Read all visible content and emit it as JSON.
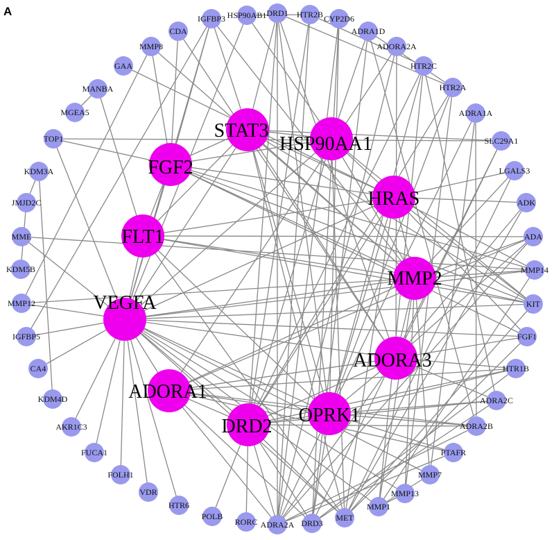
{
  "panel_letter": "A",
  "colors": {
    "hub": "#ee00ee",
    "leaf": "#9999ee",
    "edge": "#888888"
  },
  "hubs": [
    {
      "id": "STAT3",
      "label": "STAT3"
    },
    {
      "id": "HSP90AA1",
      "label": "HSP90AA1"
    },
    {
      "id": "FGF2",
      "label": "FGF2"
    },
    {
      "id": "HRAS",
      "label": "HRAS"
    },
    {
      "id": "FLT1",
      "label": "FLT1"
    },
    {
      "id": "MMP2",
      "label": "MMP2"
    },
    {
      "id": "VEGFA",
      "label": "VEGFA"
    },
    {
      "id": "ADORA3",
      "label": "ADORA3"
    },
    {
      "id": "ADORA1",
      "label": "ADORA1"
    },
    {
      "id": "DRD2",
      "label": "DRD2"
    },
    {
      "id": "OPRK1",
      "label": "OPRK1"
    }
  ],
  "leaves": [
    {
      "id": "HSP90AB1",
      "label": "HSP90AB1"
    },
    {
      "id": "DRD1",
      "label": "DRD1"
    },
    {
      "id": "HTR2B",
      "label": "HTR2B"
    },
    {
      "id": "CYP2D6",
      "label": "CYP2D6"
    },
    {
      "id": "ADRA1D",
      "label": "ADRA1D"
    },
    {
      "id": "ADORA2A",
      "label": "ADORA2A"
    },
    {
      "id": "HTR2C",
      "label": "HTR2C"
    },
    {
      "id": "HTR2A",
      "label": "HTR2A"
    },
    {
      "id": "ADRA1A",
      "label": "ADRA1A"
    },
    {
      "id": "SLC29A1",
      "label": "SLC29A1"
    },
    {
      "id": "LGALS3",
      "label": "LGALS3"
    },
    {
      "id": "ADK",
      "label": "ADK"
    },
    {
      "id": "ADA",
      "label": "ADA"
    },
    {
      "id": "MMP14",
      "label": "MMP14"
    },
    {
      "id": "KIT",
      "label": "KIT"
    },
    {
      "id": "FGF1",
      "label": "FGF1"
    },
    {
      "id": "HTR1B",
      "label": "HTR1B"
    },
    {
      "id": "ADRA2C",
      "label": "ADRA2C"
    },
    {
      "id": "ADRA2B",
      "label": "ADRA2B"
    },
    {
      "id": "PTAFR",
      "label": "PTAFR"
    },
    {
      "id": "MMP7",
      "label": "MMP7"
    },
    {
      "id": "MMP13",
      "label": "MMP13"
    },
    {
      "id": "MMP1",
      "label": "MMP1"
    },
    {
      "id": "MET",
      "label": "MET"
    },
    {
      "id": "DRD3",
      "label": "DRD3"
    },
    {
      "id": "ADRA2A",
      "label": "ADRA2A"
    },
    {
      "id": "RORC",
      "label": "RORC"
    },
    {
      "id": "POLB",
      "label": "POLB"
    },
    {
      "id": "HTR6",
      "label": "HTR6"
    },
    {
      "id": "VDR",
      "label": "VDR"
    },
    {
      "id": "FOLH1",
      "label": "FOLH1"
    },
    {
      "id": "FUCA1",
      "label": "FUCA1"
    },
    {
      "id": "AKR1C3",
      "label": "AKR1C3"
    },
    {
      "id": "KDM4D",
      "label": "KDM4D"
    },
    {
      "id": "CA4",
      "label": "CA4"
    },
    {
      "id": "IGFBP5",
      "label": "IGFBP5"
    },
    {
      "id": "MMP12",
      "label": "MMP12"
    },
    {
      "id": "KDM5B",
      "label": "KDM5B"
    },
    {
      "id": "MME",
      "label": "MME"
    },
    {
      "id": "JMJD2C",
      "label": "JMJD2C"
    },
    {
      "id": "KDM3A",
      "label": "KDM3A"
    },
    {
      "id": "TOP1",
      "label": "TOP1"
    },
    {
      "id": "MGEA5",
      "label": "MGEA5"
    },
    {
      "id": "MANBA",
      "label": "MANBA"
    },
    {
      "id": "GAA",
      "label": "GAA"
    },
    {
      "id": "MMP8",
      "label": "MMP8"
    },
    {
      "id": "CDA",
      "label": "CDA"
    },
    {
      "id": "IGFBP3",
      "label": "IGFBP3"
    }
  ],
  "edges": [
    [
      "VEGFA",
      "FLT1"
    ],
    [
      "VEGFA",
      "FGF2"
    ],
    [
      "VEGFA",
      "STAT3"
    ],
    [
      "VEGFA",
      "HSP90AA1"
    ],
    [
      "VEGFA",
      "HRAS"
    ],
    [
      "VEGFA",
      "MMP2"
    ],
    [
      "VEGFA",
      "ADORA3"
    ],
    [
      "VEGFA",
      "OPRK1"
    ],
    [
      "VEGFA",
      "DRD2"
    ],
    [
      "VEGFA",
      "ADORA1"
    ],
    [
      "VEGFA",
      "KIT"
    ],
    [
      "VEGFA",
      "FGF1"
    ],
    [
      "VEGFA",
      "MMP14"
    ],
    [
      "VEGFA",
      "MME"
    ],
    [
      "VEGFA",
      "MMP12"
    ],
    [
      "VEGFA",
      "IGFBP5"
    ],
    [
      "VEGFA",
      "CA4"
    ],
    [
      "VEGFA",
      "AKR1C3"
    ],
    [
      "VEGFA",
      "FUCA1"
    ],
    [
      "VEGFA",
      "FOLH1"
    ],
    [
      "VEGFA",
      "VDR"
    ],
    [
      "VEGFA",
      "HTR6"
    ],
    [
      "VEGFA",
      "TOP1"
    ],
    [
      "VEGFA",
      "IGFBP3"
    ],
    [
      "VEGFA",
      "MMP1"
    ],
    [
      "VEGFA",
      "MMP7"
    ],
    [
      "VEGFA",
      "MMP13"
    ],
    [
      "VEGFA",
      "MET"
    ],
    [
      "VEGFA",
      "HSP90AB1"
    ],
    [
      "FLT1",
      "FGF2"
    ],
    [
      "FLT1",
      "STAT3"
    ],
    [
      "FLT1",
      "HRAS"
    ],
    [
      "FLT1",
      "MMP2"
    ],
    [
      "FLT1",
      "ADA"
    ],
    [
      "FLT1",
      "KIT"
    ],
    [
      "FLT1",
      "MET"
    ],
    [
      "FLT1",
      "OPRK1"
    ],
    [
      "FGF2",
      "STAT3"
    ],
    [
      "FGF2",
      "HRAS"
    ],
    [
      "FGF2",
      "MMP2"
    ],
    [
      "FGF2",
      "HSP90AA1"
    ],
    [
      "FGF2",
      "TOP1"
    ],
    [
      "FGF2",
      "FGF1"
    ],
    [
      "FGF2",
      "MMP8"
    ],
    [
      "FGF2",
      "KIT"
    ],
    [
      "FGF2",
      "IGFBP3"
    ],
    [
      "FGF2",
      "CDA"
    ],
    [
      "FGF2",
      "MMP14"
    ],
    [
      "STAT3",
      "HSP90AA1"
    ],
    [
      "STAT3",
      "HRAS"
    ],
    [
      "STAT3",
      "MMP2"
    ],
    [
      "STAT3",
      "DRD1"
    ],
    [
      "STAT3",
      "KIT"
    ],
    [
      "STAT3",
      "OPRK1"
    ],
    [
      "STAT3",
      "ADORA3"
    ],
    [
      "STAT3",
      "MET"
    ],
    [
      "STAT3",
      "SLC29A1"
    ],
    [
      "STAT3",
      "IGFBP3"
    ],
    [
      "HSP90AA1",
      "HRAS"
    ],
    [
      "HSP90AA1",
      "MMP2"
    ],
    [
      "HSP90AA1",
      "HSP90AB1"
    ],
    [
      "HSP90AA1",
      "KIT"
    ],
    [
      "HSP90AA1",
      "MET"
    ],
    [
      "HSP90AA1",
      "DRD2"
    ],
    [
      "HSP90AA1",
      "ADRA1D"
    ],
    [
      "HRAS",
      "MMP2"
    ],
    [
      "HRAS",
      "MET"
    ],
    [
      "HRAS",
      "LGALS3"
    ],
    [
      "HRAS",
      "ADK"
    ],
    [
      "HRAS",
      "MMP14"
    ],
    [
      "HRAS",
      "KIT"
    ],
    [
      "HRAS",
      "FGF1"
    ],
    [
      "HRAS",
      "DRD2"
    ],
    [
      "HRAS",
      "OPRK1"
    ],
    [
      "MMP2",
      "MMP14"
    ],
    [
      "MMP2",
      "MMP13"
    ],
    [
      "MMP2",
      "MMP1"
    ],
    [
      "MMP2",
      "MMP7"
    ],
    [
      "MMP2",
      "LGALS3"
    ],
    [
      "MMP2",
      "MMP8"
    ],
    [
      "MMP2",
      "ADORA1"
    ],
    [
      "MMP2",
      "ADORA3"
    ],
    [
      "MMP2",
      "KIT"
    ],
    [
      "MMP2",
      "ADA"
    ],
    [
      "MMP2",
      "MMP12"
    ],
    [
      "ADORA3",
      "ADORA1"
    ],
    [
      "ADORA3",
      "ADORA2A"
    ],
    [
      "ADORA3",
      "DRD2"
    ],
    [
      "ADORA3",
      "OPRK1"
    ],
    [
      "ADORA3",
      "HTR1B"
    ],
    [
      "ADORA3",
      "ADRA2C"
    ],
    [
      "ADORA3",
      "ADRA2A"
    ],
    [
      "ADORA3",
      "ADK"
    ],
    [
      "ADORA3",
      "ADA"
    ],
    [
      "ADORA3",
      "DRD1"
    ],
    [
      "ADORA3",
      "SLC29A1"
    ],
    [
      "ADORA3",
      "FGF1"
    ],
    [
      "ADORA1",
      "DRD2"
    ],
    [
      "ADORA1",
      "OPRK1"
    ],
    [
      "ADORA1",
      "ADORA2A"
    ],
    [
      "ADORA1",
      "ADRA2A"
    ],
    [
      "ADORA1",
      "DRD3"
    ],
    [
      "ADORA1",
      "PTAFR"
    ],
    [
      "ADORA1",
      "ADRA2B"
    ],
    [
      "ADORA1",
      "ADA"
    ],
    [
      "ADORA1",
      "HTR1B"
    ],
    [
      "DRD2",
      "OPRK1"
    ],
    [
      "DRD2",
      "DRD1"
    ],
    [
      "DRD2",
      "DRD3"
    ],
    [
      "DRD2",
      "HTR2A"
    ],
    [
      "DRD2",
      "HTR2C"
    ],
    [
      "DRD2",
      "ADRA2A"
    ],
    [
      "DRD2",
      "ADRA2B"
    ],
    [
      "DRD2",
      "ADRA2C"
    ],
    [
      "DRD2",
      "HTR1B"
    ],
    [
      "DRD2",
      "RORC"
    ],
    [
      "DRD2",
      "POLB"
    ],
    [
      "DRD2",
      "MET"
    ],
    [
      "DRD2",
      "HTR2B"
    ],
    [
      "OPRK1",
      "ADRA2A"
    ],
    [
      "OPRK1",
      "ADRA2B"
    ],
    [
      "OPRK1",
      "ADRA2C"
    ],
    [
      "OPRK1",
      "DRD3"
    ],
    [
      "OPRK1",
      "HTR1B"
    ],
    [
      "OPRK1",
      "HTR2A"
    ],
    [
      "OPRK1",
      "HTR2C"
    ],
    [
      "OPRK1",
      "PTAFR"
    ],
    [
      "OPRK1",
      "DRD1"
    ],
    [
      "OPRK1",
      "CYP2D6"
    ],
    [
      "OPRK1",
      "ADRA1A"
    ],
    [
      "DRD1",
      "HTR2A"
    ],
    [
      "DRD1",
      "ADRA2A"
    ],
    [
      "HTR2B",
      "HTR2C"
    ],
    [
      "HTR2B",
      "ADRA2A"
    ],
    [
      "CYP2D6",
      "DRD3"
    ],
    [
      "CYP2D6",
      "ADRA2A"
    ],
    [
      "ADRA1D",
      "DRD3"
    ],
    [
      "ADRA1D",
      "ADRA2B"
    ],
    [
      "ADORA2A",
      "ADRA2A"
    ],
    [
      "HTR2C",
      "ADRA2C"
    ],
    [
      "HTR2C",
      "MMP1"
    ],
    [
      "HTR2A",
      "MMP13"
    ],
    [
      "ADRA1A",
      "ADRA2B"
    ],
    [
      "ADRA1A",
      "MMP7"
    ],
    [
      "SLC29A1",
      "DRD3"
    ],
    [
      "LGALS3",
      "MET"
    ],
    [
      "ADK",
      "MET"
    ],
    [
      "ADA",
      "ADRA2A"
    ],
    [
      "MMP14",
      "MMP1"
    ],
    [
      "KIT",
      "MET"
    ],
    [
      "FGF1",
      "MET"
    ],
    [
      "HTR1B",
      "DRD3"
    ],
    [
      "ADRA2C",
      "DRD3"
    ],
    [
      "ADRA2B",
      "ADRA2A"
    ],
    [
      "PTAFR",
      "ADRA2A"
    ],
    [
      "MMP7",
      "MMP1"
    ],
    [
      "MMP13",
      "MMP1"
    ],
    [
      "KDM3A",
      "KDM4D"
    ],
    [
      "JMJD2C",
      "KDM5B"
    ],
    [
      "JMJD2C",
      "KDM3A"
    ],
    [
      "MMP12",
      "MMP8"
    ],
    [
      "IGFBP5",
      "IGFBP3"
    ],
    [
      "MGEA5",
      "MANBA"
    ],
    [
      "TOP1",
      "SLC29A1"
    ],
    [
      "MME",
      "MMP14"
    ],
    [
      "GAA",
      "HRAS"
    ],
    [
      "MANBA",
      "FLT1"
    ],
    [
      "CDA",
      "ADORA3"
    ],
    [
      "IGFBP3",
      "MMP2"
    ],
    [
      "HSP90AB1",
      "HTR2B"
    ],
    [
      "ADRA1D",
      "HTR2A"
    ]
  ]
}
